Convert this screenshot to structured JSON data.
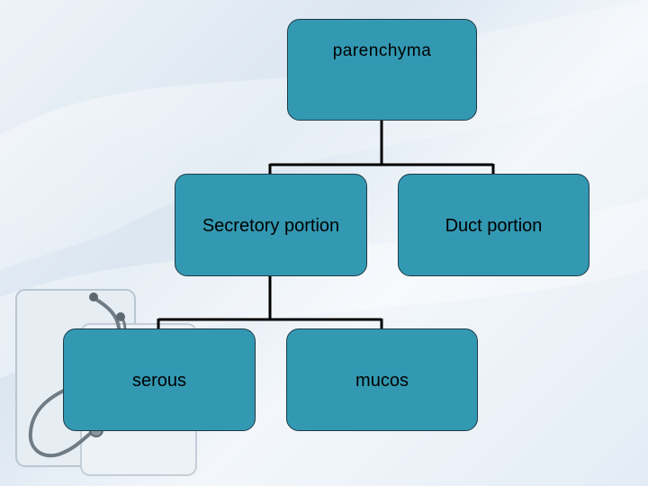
{
  "diagram": {
    "root": {
      "label": "parenchyma"
    },
    "level1": [
      {
        "label": "Secretory portion"
      },
      {
        "label": "Duct portion"
      }
    ],
    "level2": [
      {
        "label": "serous"
      },
      {
        "label": "mucos"
      }
    ]
  },
  "colors": {
    "node_fill": "#3399b3",
    "node_border": "#1f3b47",
    "connector": "#000000"
  },
  "background": {
    "decoration": "stethoscope-icon"
  }
}
